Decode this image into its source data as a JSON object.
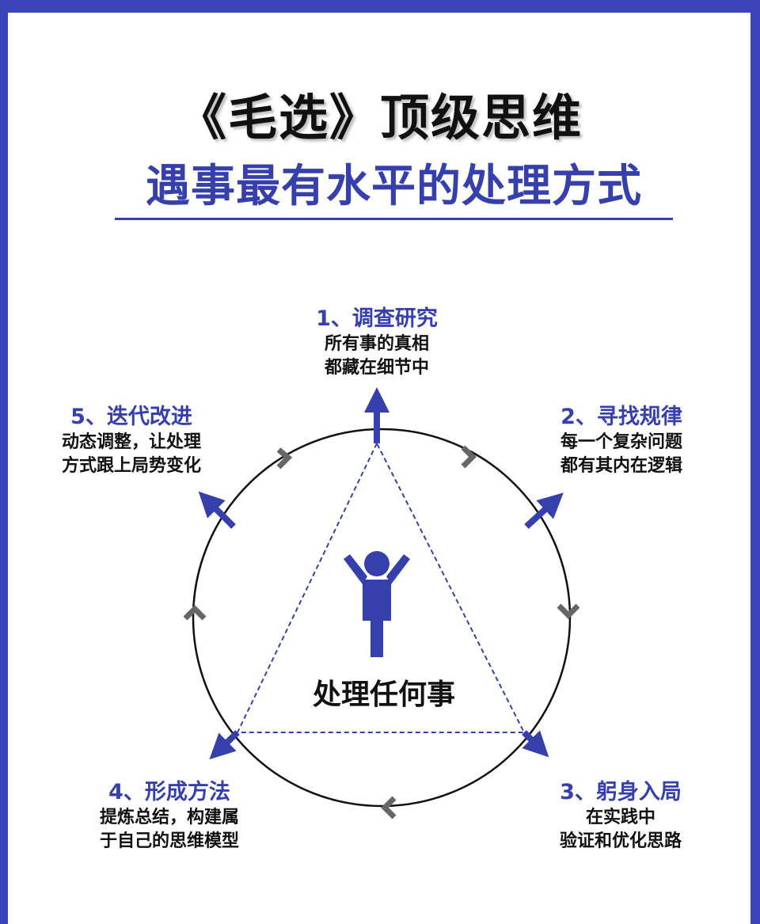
{
  "title": "《毛选》顶级思维",
  "subtitle": "遇事最有水平的处理方式",
  "center_label": "处理任何事",
  "colors": {
    "accent": "#3540ad",
    "frame": "#3b45b9",
    "chevron": "#666666"
  },
  "steps": [
    {
      "heading": "1、调查研究",
      "lines": [
        "所有事的真相",
        "都藏在细节中"
      ]
    },
    {
      "heading": "2、寻找规律",
      "lines": [
        "每一个复杂问题",
        "都有其内在逻辑"
      ]
    },
    {
      "heading": "3、躬身入局",
      "lines": [
        "在实践中",
        "验证和优化思路"
      ]
    },
    {
      "heading": "4、形成方法",
      "lines": [
        "提炼总结，构建属",
        "于自己的思维模型"
      ]
    },
    {
      "heading": "5、迭代改进",
      "lines": [
        "动态调整，让处理",
        "方式跟上局势变化"
      ]
    }
  ]
}
